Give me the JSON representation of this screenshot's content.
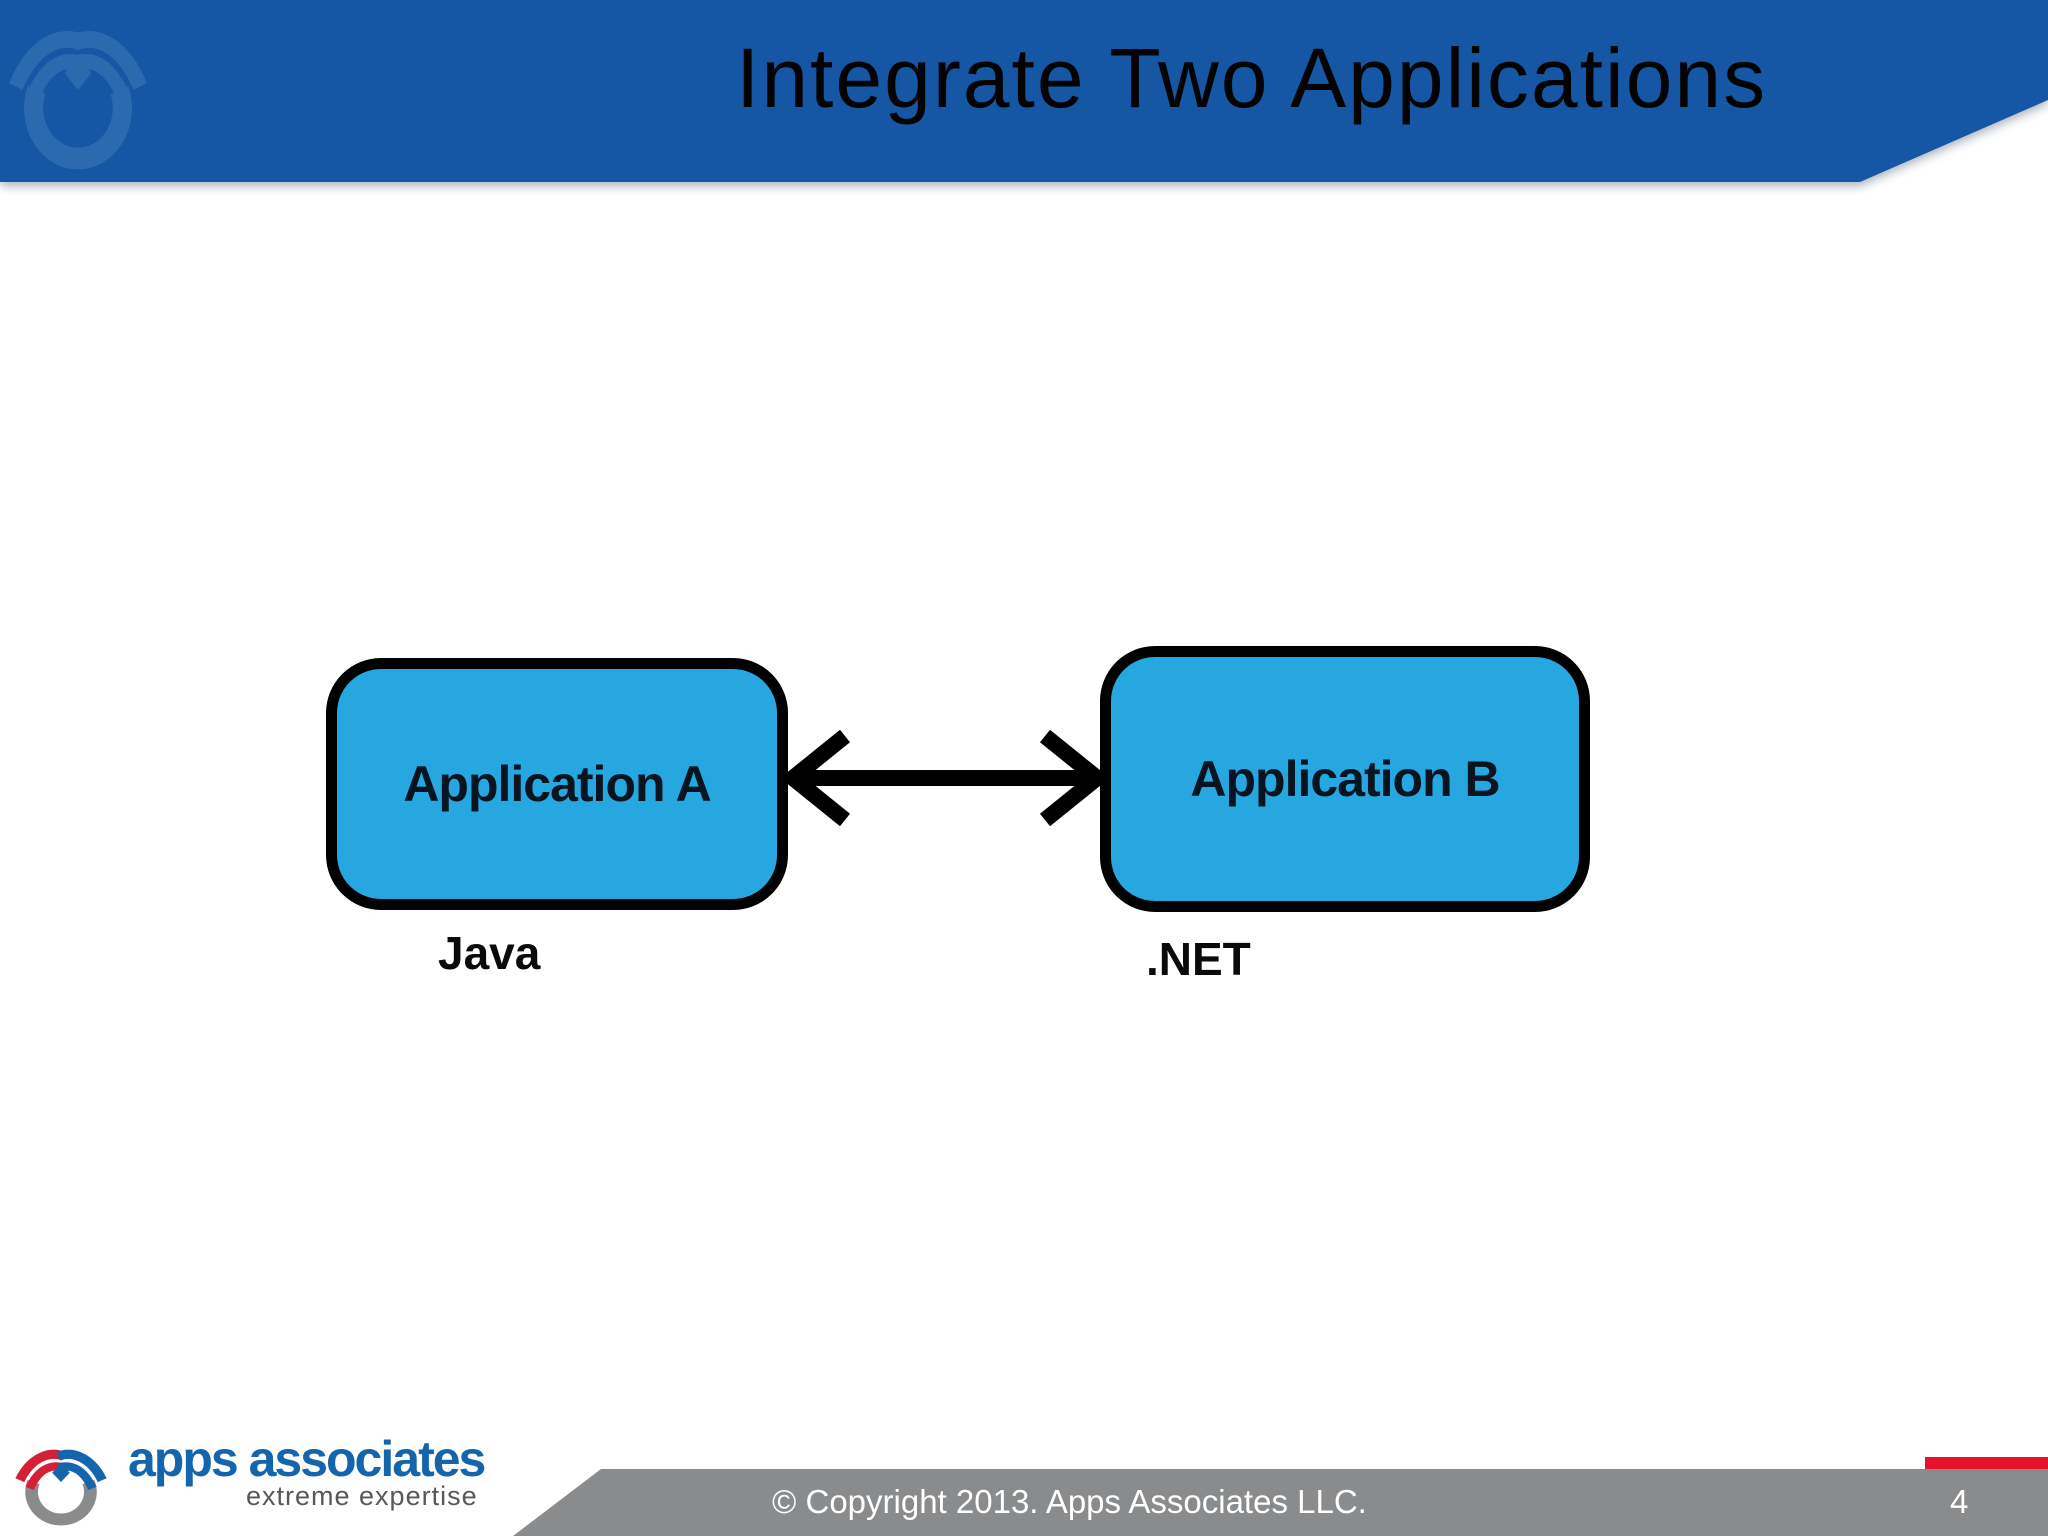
{
  "slide": {
    "header": {
      "title": "Integrate Two Applications"
    },
    "diagram": {
      "connector": "bidirectional-arrow",
      "node_a": {
        "label": "Application A",
        "caption": "Java"
      },
      "node_b": {
        "label": "Application B",
        "caption": ".NET"
      }
    },
    "footer": {
      "brand": {
        "name": "apps associates",
        "tagline": "extreme expertise"
      },
      "copyright": "© Copyright 2013. Apps Associates LLC.",
      "page_number": "4"
    },
    "colors": {
      "header_blue": "#1557A5",
      "watermark_blue": "#2E6CB0",
      "node_fill": "#27A7E0",
      "node_border": "#000000",
      "footer_bar_gray": "#8A8B8D",
      "accent_red": "#E8112B",
      "brand_blue": "#1565AD",
      "tagline_gray": "#57585C"
    }
  }
}
